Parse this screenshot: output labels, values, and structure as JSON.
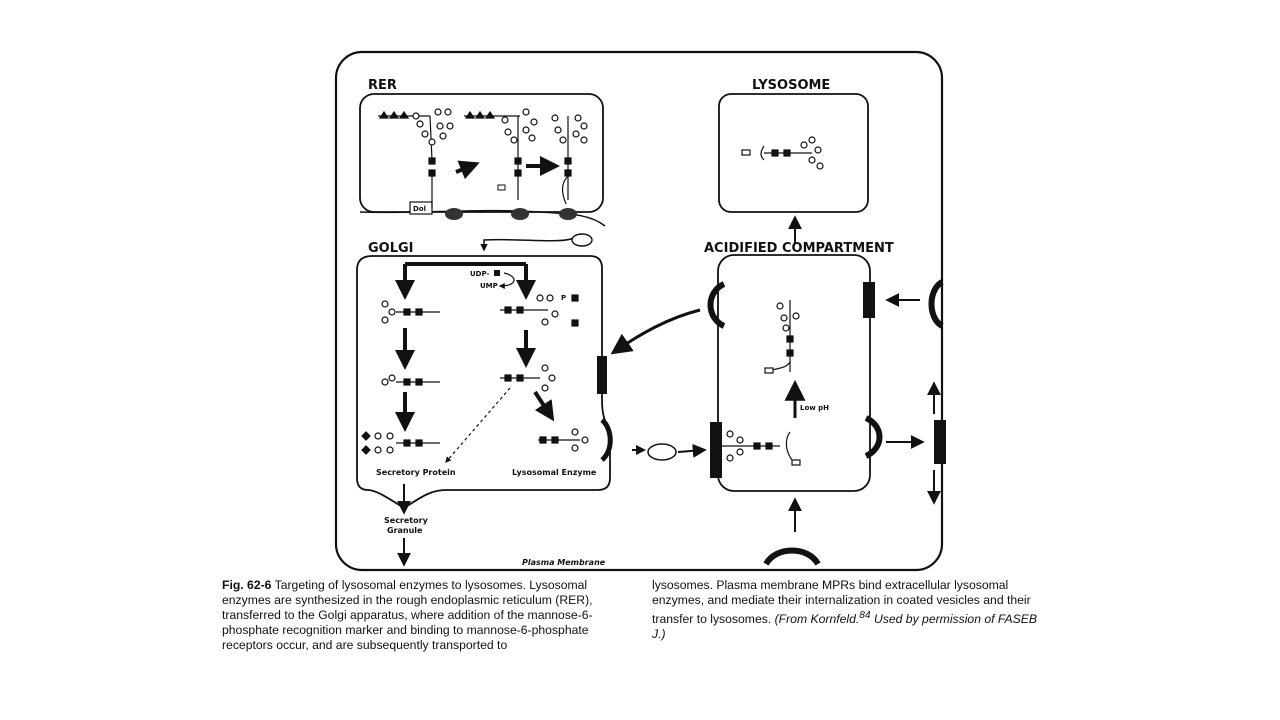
{
  "diagram": {
    "labels": {
      "rer": "RER",
      "golgi": "GOLGI",
      "lysosome": "LYSOSOME",
      "acidified": "ACIDIFIED COMPARTMENT",
      "plasma_membrane": "Plasma Membrane",
      "secretory_protein": "Secretory Protein",
      "lysosomal_enzyme": "Lysosomal Enzyme",
      "secretory_granule_1": "Secretory",
      "secretory_granule_2": "Granule",
      "udp": "UDP-",
      "ump": "UMP",
      "dol": "Dol",
      "low_ph": "Low pH",
      "p": "P"
    }
  },
  "caption": {
    "fig_number": "Fig. 62-6",
    "left_text": "Targeting of lysosomal enzymes to lysosomes. Lysosomal enzymes are synthesized in the rough endoplasmic reticulum (RER), transferred to the Golgi apparatus, where addition of the mannose-6-phosphate recognition marker and binding to mannose-6-phosphate receptors occur, and are subsequently transported to",
    "right_text": "lysosomes. Plasma membrane MPRs bind extracellular lysosomal enzymes, and mediate their internalization in coated vesicles and their transfer to lysosomes.",
    "source_prefix": "(From Kornfeld.",
    "source_ref": "84",
    "source_suffix": " Used by permission of FASEB J.)"
  }
}
